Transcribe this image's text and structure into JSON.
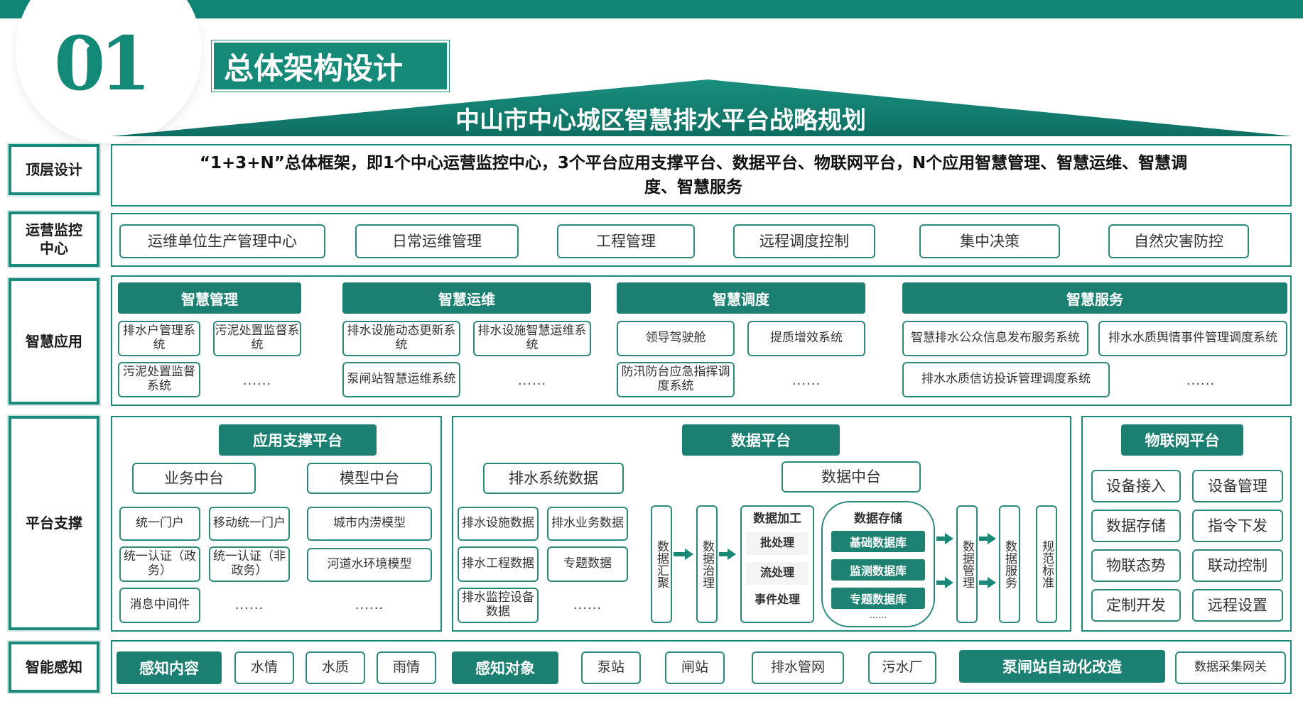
{
  "header": {
    "number": "01",
    "section_title": "总体架构设计",
    "main_title": "中山市中心城区智慧排水平台战略规划"
  },
  "rows": {
    "top": {
      "label": "顶层设计",
      "text": "“1+3+N”总体框架，即1个中心运营监控中心，3个平台应用支撑平台、数据平台、物联网平台，N个应用智慧管理、智慧运维、智慧调度、智慧服务"
    },
    "ops": {
      "label": "运营监控中心",
      "items": [
        "运维单位生产管理中心",
        "日常运维管理",
        "工程管理",
        "远程调度控制",
        "集中决策",
        "自然灾害防控"
      ]
    },
    "apps": {
      "label": "智慧应用",
      "groups": [
        {
          "title": "智慧管理",
          "items": [
            "排水户管理系统",
            "污泥处置监督系统",
            "污泥处置监督系统",
            "......"
          ]
        },
        {
          "title": "智慧运维",
          "items": [
            "排水设施动态更新系统",
            "排水设施智慧运维系统",
            "泵闸站智慧运维系统",
            "......"
          ]
        },
        {
          "title": "智慧调度",
          "items": [
            "领导驾驶舱",
            "提质增效系统",
            "防汛防台应急指挥调度系统",
            "......"
          ]
        },
        {
          "title": "智慧服务",
          "items": [
            "智慧排水公众信息发布服务系统",
            "排水水质舆情事件管理调度系统",
            "排水水质信访投诉管理调度系统",
            "......"
          ]
        }
      ]
    },
    "platform": {
      "label": "平台支撑",
      "support": {
        "title": "应用支撑平台",
        "business": "业务中台",
        "model": "模型中台",
        "items": [
          "统一门户",
          "移动统一门户",
          "统一认证（政务）",
          "统一认证（非政务）",
          "消息中间件",
          "......"
        ],
        "models": [
          "城市内涝模型",
          "河道水环境模型",
          "......"
        ]
      },
      "data": {
        "title": "数据平台",
        "drain_data": "排水系统数据",
        "middle": "数据中台",
        "sources": [
          "排水设施数据",
          "排水业务数据",
          "排水工程数据",
          "专题数据",
          "排水监控设备数据",
          "......"
        ],
        "flow1": "数据汇聚",
        "flow2": "数据治理",
        "processing": {
          "title": "数据加工",
          "items": [
            "批处理",
            "流处理",
            "事件处理"
          ]
        },
        "storage": {
          "title": "数据存储",
          "items": [
            "基础数据库",
            "监测数据库",
            "专题数据库"
          ],
          "more": "......"
        },
        "flow3": "数据管理",
        "flow4": "数据服务",
        "flow5": "规范标准"
      },
      "iot": {
        "title": "物联网平台",
        "items": [
          "设备接入",
          "设备管理",
          "数据存储",
          "指令下发",
          "物联态势",
          "联动控制",
          "定制开发",
          "远程设置"
        ]
      }
    },
    "sense": {
      "label": "智能感知",
      "content_title": "感知内容",
      "content_items": [
        "水情",
        "水质",
        "雨情"
      ],
      "object_title": "感知对象",
      "object_items": [
        "泵站",
        "闸站",
        "排水管网",
        "污水厂"
      ],
      "auto_title": "泵闸站自动化改造",
      "gateway": "数据采集网关"
    }
  }
}
